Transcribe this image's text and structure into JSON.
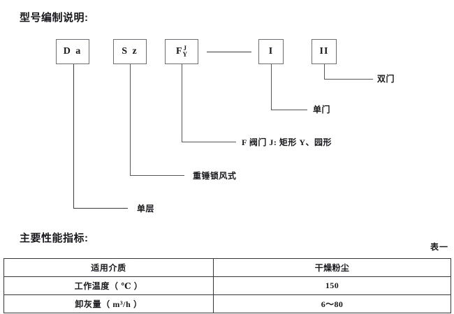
{
  "headings": {
    "model_code": "型号编制说明:",
    "performance": "主要性能指标:"
  },
  "model_code_diagram": {
    "boxes": [
      {
        "id": "box-da",
        "label": "D a",
        "type": "text"
      },
      {
        "id": "box-sz",
        "label": "S z",
        "type": "text"
      },
      {
        "id": "box-f",
        "label": "F",
        "stacked_top": "J",
        "stacked_bottom": "Y",
        "type": "stacked"
      },
      {
        "id": "box-i",
        "label": "I",
        "type": "roman"
      },
      {
        "id": "box-ii",
        "label": "II",
        "type": "roman"
      }
    ],
    "annotations": [
      {
        "id": "note-shuangmen",
        "text": "双门",
        "source_box": "box-ii"
      },
      {
        "id": "note-danmen",
        "text": "单门",
        "source_box": "box-i"
      },
      {
        "id": "note-famen",
        "text": "F 阀门 J: 矩形  Y、园形",
        "source_box": "box-f"
      },
      {
        "id": "note-zhongchui",
        "text": "重锤锁风式",
        "source_box": "box-sz"
      },
      {
        "id": "note-danceng",
        "text": "单层",
        "source_box": "box-da"
      }
    ]
  },
  "spec_table": {
    "caption": "表一",
    "rows": [
      {
        "label": "适用介质",
        "value": "干燥粉尘"
      },
      {
        "label": "工作温度（ ℃ ）",
        "value": "150"
      },
      {
        "label": "卸灰量（ m³/h ）",
        "value": "6～80"
      }
    ]
  },
  "colors": {
    "ink": "#18181c",
    "line": "#55555c",
    "border": "#35353b"
  }
}
